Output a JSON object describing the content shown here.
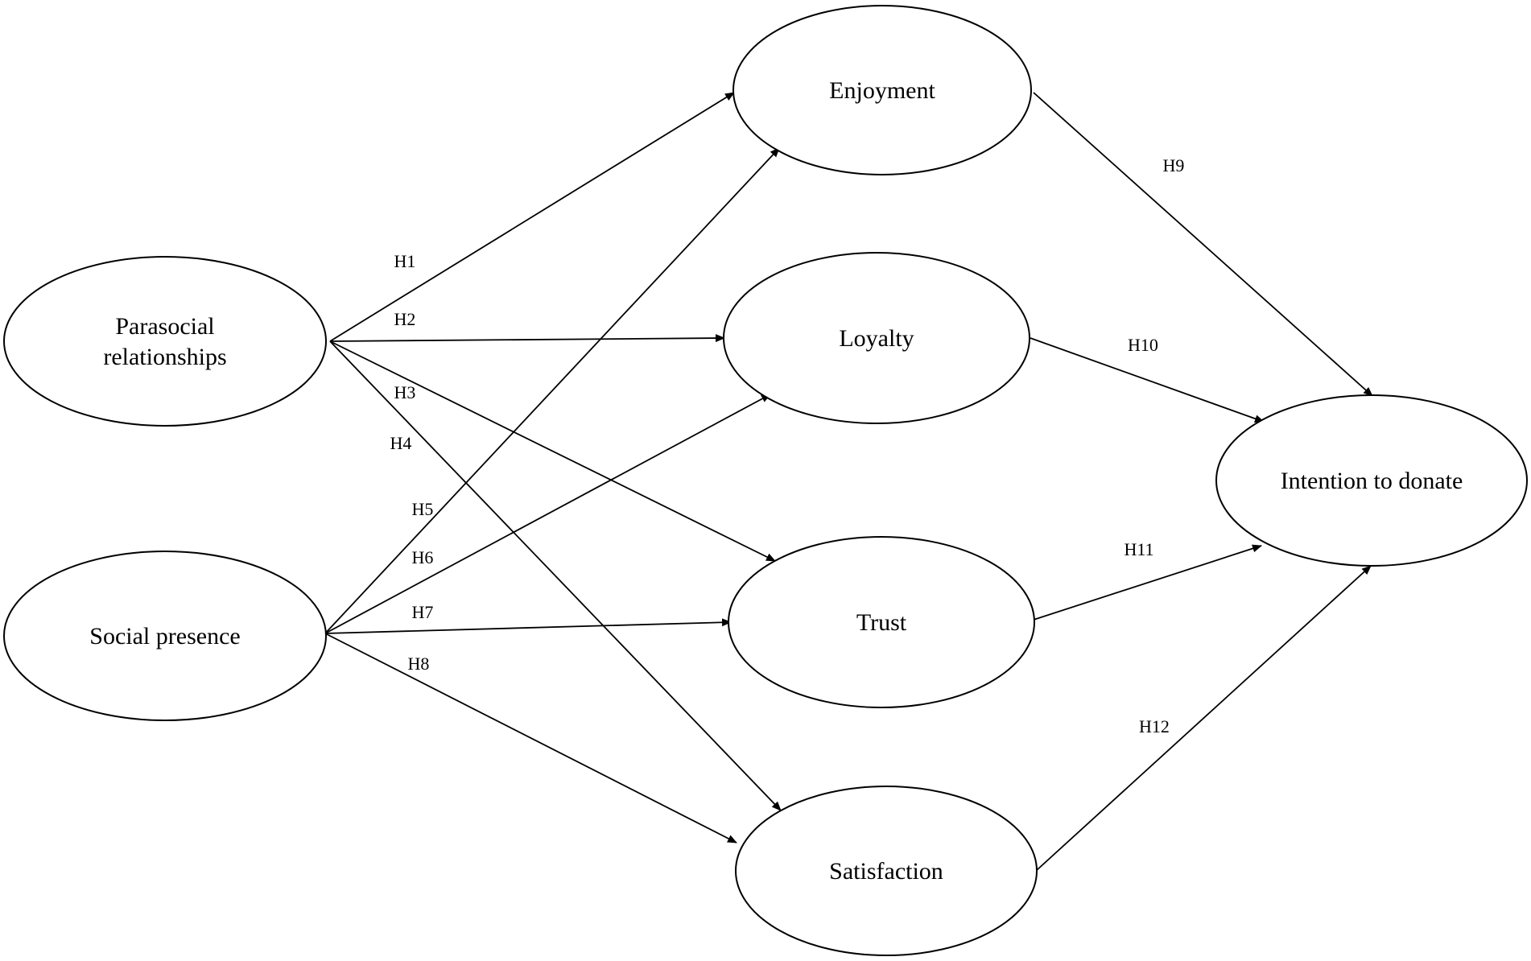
{
  "diagram": {
    "nodes": [
      {
        "id": "parasocial",
        "label_lines": [
          "Parasocial",
          "relationships"
        ]
      },
      {
        "id": "social",
        "label_lines": [
          "Social presence"
        ]
      },
      {
        "id": "enjoyment",
        "label_lines": [
          "Enjoyment"
        ]
      },
      {
        "id": "loyalty",
        "label_lines": [
          "Loyalty"
        ]
      },
      {
        "id": "trust",
        "label_lines": [
          "Trust"
        ]
      },
      {
        "id": "satisfaction",
        "label_lines": [
          "Satisfaction"
        ]
      },
      {
        "id": "intention",
        "label_lines": [
          "Intention to donate"
        ]
      }
    ],
    "edges": [
      {
        "from": "parasocial",
        "to": "enjoyment",
        "label": "H1"
      },
      {
        "from": "parasocial",
        "to": "loyalty",
        "label": "H2"
      },
      {
        "from": "parasocial",
        "to": "trust",
        "label": "H3"
      },
      {
        "from": "parasocial",
        "to": "satisfaction",
        "label": "H4"
      },
      {
        "from": "social",
        "to": "enjoyment",
        "label": "H5"
      },
      {
        "from": "social",
        "to": "loyalty",
        "label": "H6"
      },
      {
        "from": "social",
        "to": "trust",
        "label": "H7"
      },
      {
        "from": "social",
        "to": "satisfaction",
        "label": "H8"
      },
      {
        "from": "enjoyment",
        "to": "intention",
        "label": "H9"
      },
      {
        "from": "loyalty",
        "to": "intention",
        "label": "H10"
      },
      {
        "from": "trust",
        "to": "intention",
        "label": "H11"
      },
      {
        "from": "satisfaction",
        "to": "intention",
        "label": "H12"
      }
    ]
  }
}
